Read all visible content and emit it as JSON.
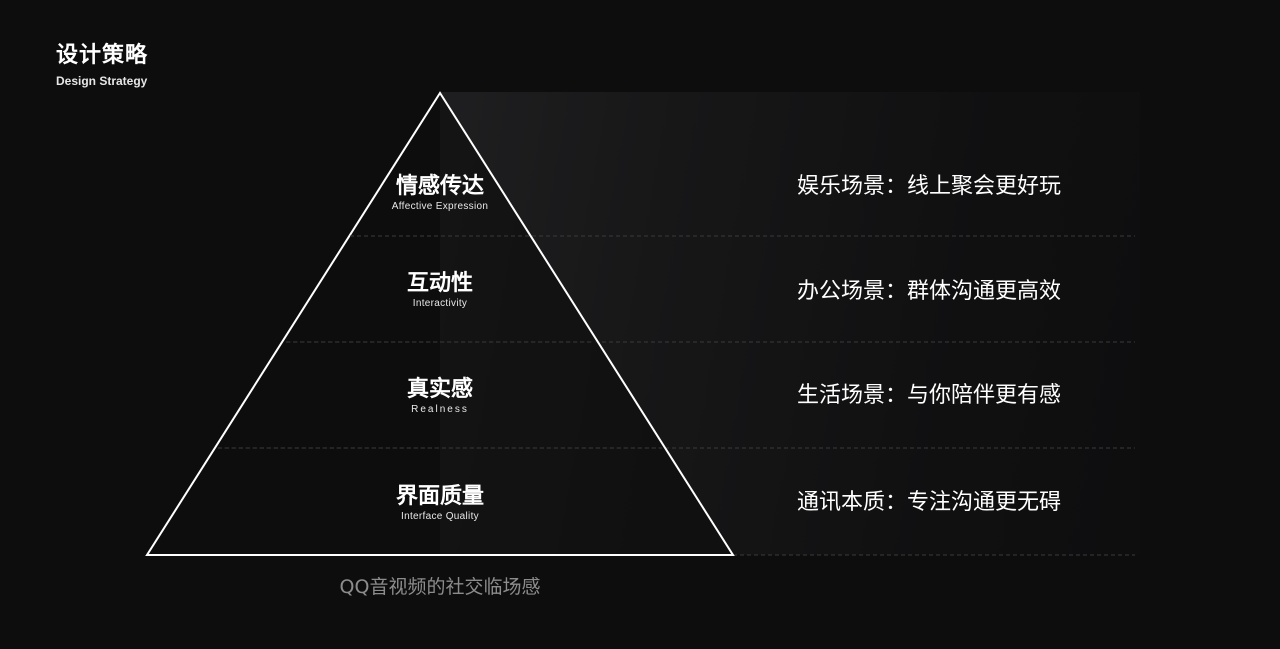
{
  "header": {
    "title": "设计策略",
    "subtitle": "Design Strategy"
  },
  "layers": [
    {
      "zh": "情感传达",
      "en": "Affective Expression",
      "scene": "娱乐场景：线上聚会更好玩"
    },
    {
      "zh": "互动性",
      "en": "Interactivity",
      "scene": "办公场景：群体沟通更高效"
    },
    {
      "zh": "真实感",
      "en": "Realness",
      "scene": "生活场景：与你陪伴更有感"
    },
    {
      "zh": "界面质量",
      "en": "Interface Quality",
      "scene": "通讯本质：专注沟通更无碍"
    }
  ],
  "caption": "QQ音视频的社交临场感",
  "colors": {
    "background": "#0d0d0e",
    "pyramid_outline": "#ffffff",
    "divider": "#3a3a3c",
    "caption": "#8c8c8c"
  }
}
